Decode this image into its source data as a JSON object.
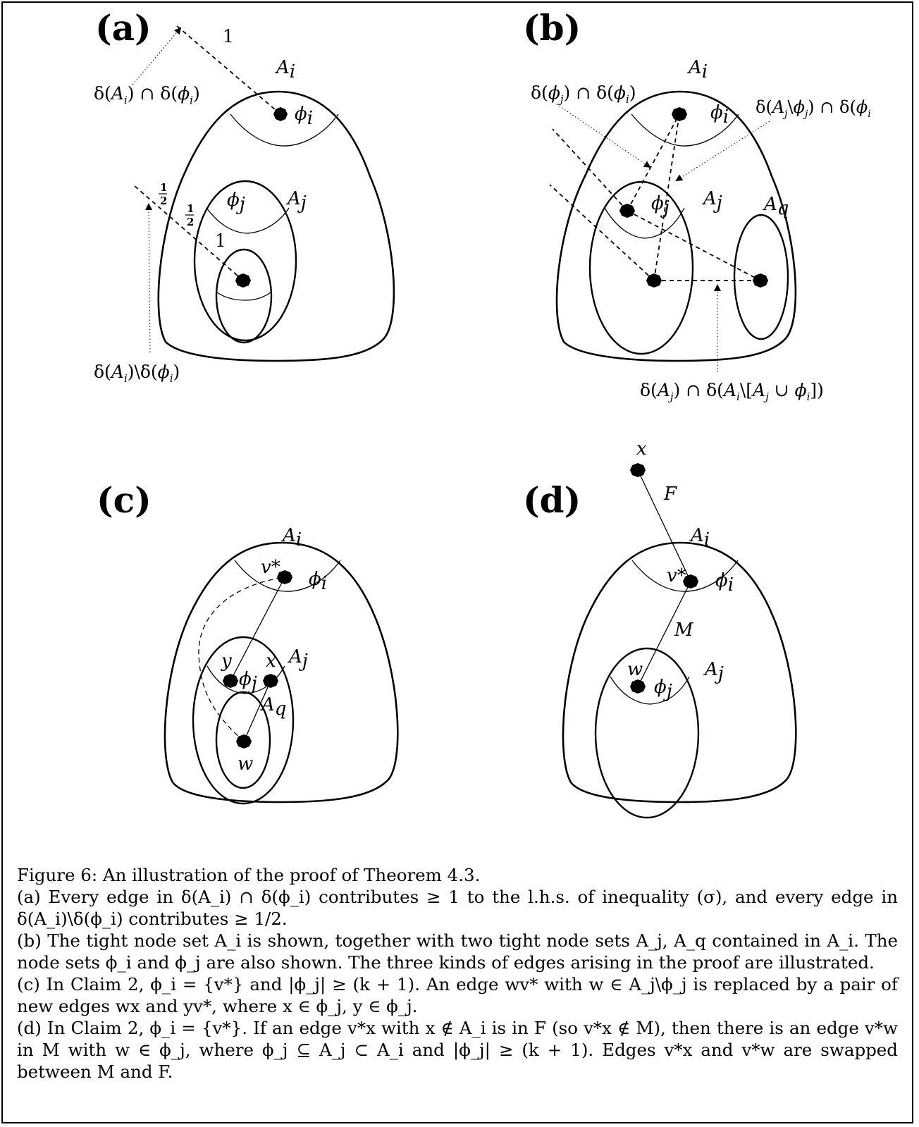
{
  "panels": {
    "a": {
      "label": "(a)",
      "set_Ai": "A",
      "set_Ai_sub": "i",
      "phi_i": "ϕ",
      "phi_i_sub": "i",
      "phi_j": "ϕ",
      "phi_j_sub": "j",
      "set_Aj": "A",
      "set_Aj_sub": "j",
      "weight_one_top": "1",
      "weight_one_inner": "1",
      "weight_half": "1/2",
      "callout_intersection": "δ(A_i) ∩ δ(ϕ_i)",
      "callout_difference": "δ(A_i)\\δ(ϕ_i)"
    },
    "b": {
      "label": "(b)",
      "set_Ai": "A",
      "set_Ai_sub": "i",
      "phi_i": "ϕ",
      "phi_i_sub": "i",
      "phi_j": "ϕ",
      "phi_j_sub": "j",
      "set_Aj": "A",
      "set_Aj_sub": "j",
      "set_Aq": "A",
      "set_Aq_sub": "q",
      "callout_phi": "δ(ϕ_j) ∩ δ(ϕ_i)",
      "callout_aj_phi": "δ(A_j\\ϕ_j) ∩ δ(ϕ_i)",
      "callout_bottom": "δ(A_j) ∩ δ(A_i\\[A_j ∪ ϕ_i])"
    },
    "c": {
      "label": "(c)",
      "set_Ai": "A",
      "set_Ai_sub": "i",
      "v_star": "v*",
      "phi_i": "ϕ",
      "phi_i_sub": "i",
      "node_y": "y",
      "node_x": "x",
      "phi_j": "ϕ",
      "phi_j_sub": "j",
      "set_Aj": "A",
      "set_Aj_sub": "j",
      "set_Aq": "A",
      "set_Aq_sub": "q",
      "node_w": "w"
    },
    "d": {
      "label": "(d)",
      "node_x": "x",
      "edge_F": "F",
      "set_Ai": "A",
      "set_Ai_sub": "i",
      "v_star": "v*",
      "phi_i": "ϕ",
      "phi_i_sub": "i",
      "edge_M": "M",
      "node_w": "w",
      "phi_j": "ϕ",
      "phi_j_sub": "j",
      "set_Aj": "A",
      "set_Aj_sub": "j"
    }
  },
  "caption": {
    "title": "Figure 6: An illustration of the proof of Theorem 4.3.",
    "a": "(a)  Every edge in δ(A_i) ∩ δ(ϕ_i) contributes ≥ 1 to the l.h.s. of inequality (σ), and every edge in δ(A_i)\\δ(ϕ_i) contributes ≥ 1/2.",
    "b": "(b)  The tight node set A_i is shown, together with two tight node sets A_j, A_q contained in A_i. The node sets ϕ_i and ϕ_j are also shown. The three kinds of edges arising in the proof are illustrated.",
    "c": "(c)  In Claim 2, ϕ_i = {v*} and |ϕ_j| ≥ (k + 1). An edge wv* with w ∈ A_j\\ϕ_j is replaced by a pair of new edges wx and yv*, where x ∈ ϕ_j, y ∈ ϕ_j.",
    "d": "(d)  In Claim 2, ϕ_i = {v*}. If an edge v*x with x ∉ A_i is in F (so v*x ∉ M), then there is an edge v*w in M with w ∈ ϕ_j, where ϕ_j ⊆ A_j ⊂ A_i and |ϕ_j| ≥ (k + 1). Edges v*x and v*w are swapped between M and F."
  }
}
